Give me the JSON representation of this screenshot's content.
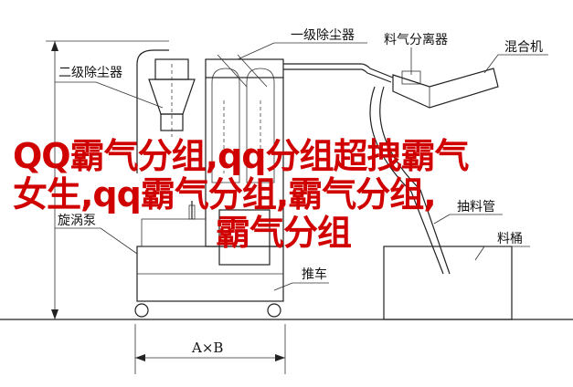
{
  "labels": {
    "primary_dust_collector": "一级除尘器",
    "secondary_dust_collector": "二级除尘器",
    "material_separator": "料气分离器",
    "mixer": "混合机",
    "vortex_pump": "旋涡泵",
    "suction_pipe": "抽料管",
    "cart": "推车",
    "material_bucket": "料桶",
    "dimension": "A×B"
  },
  "overlay": {
    "line1": "QQ霸气分组,qq分组超拽霸气",
    "line2": "女生,qq霸气分组,霸气分组,",
    "line3": "霸气分组"
  },
  "colors": {
    "overlay_text": "#d00000",
    "drawing": "#222222"
  }
}
